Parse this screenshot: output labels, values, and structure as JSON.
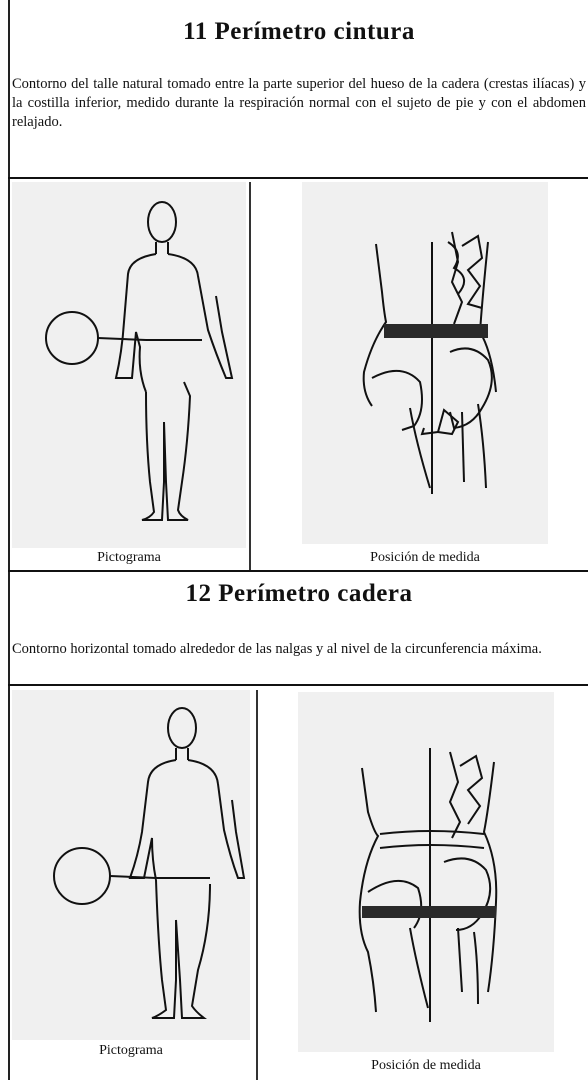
{
  "section11": {
    "title": "11 Perímetro cintura",
    "description": "Contorno del talle natural tomado entre la parte superior del hueso de la cadera (crestas ilíacas) y la costilla inferior, medido durante la respiración normal con el sujeto de pie y con el abdomen relajado.",
    "caption_left": "Pictograma",
    "caption_right": "Posición de medida"
  },
  "section12": {
    "title": "12 Perímetro cadera",
    "description": "Contorno horizontal tomado alrededor de las nalgas y al nivel de la circunferencia máxima.",
    "caption_left": "Pictograma",
    "caption_right": "Posición de medida"
  },
  "colors": {
    "panel_bg": "#f0f0f0",
    "band": "#2a2a2a",
    "line": "#111111"
  }
}
